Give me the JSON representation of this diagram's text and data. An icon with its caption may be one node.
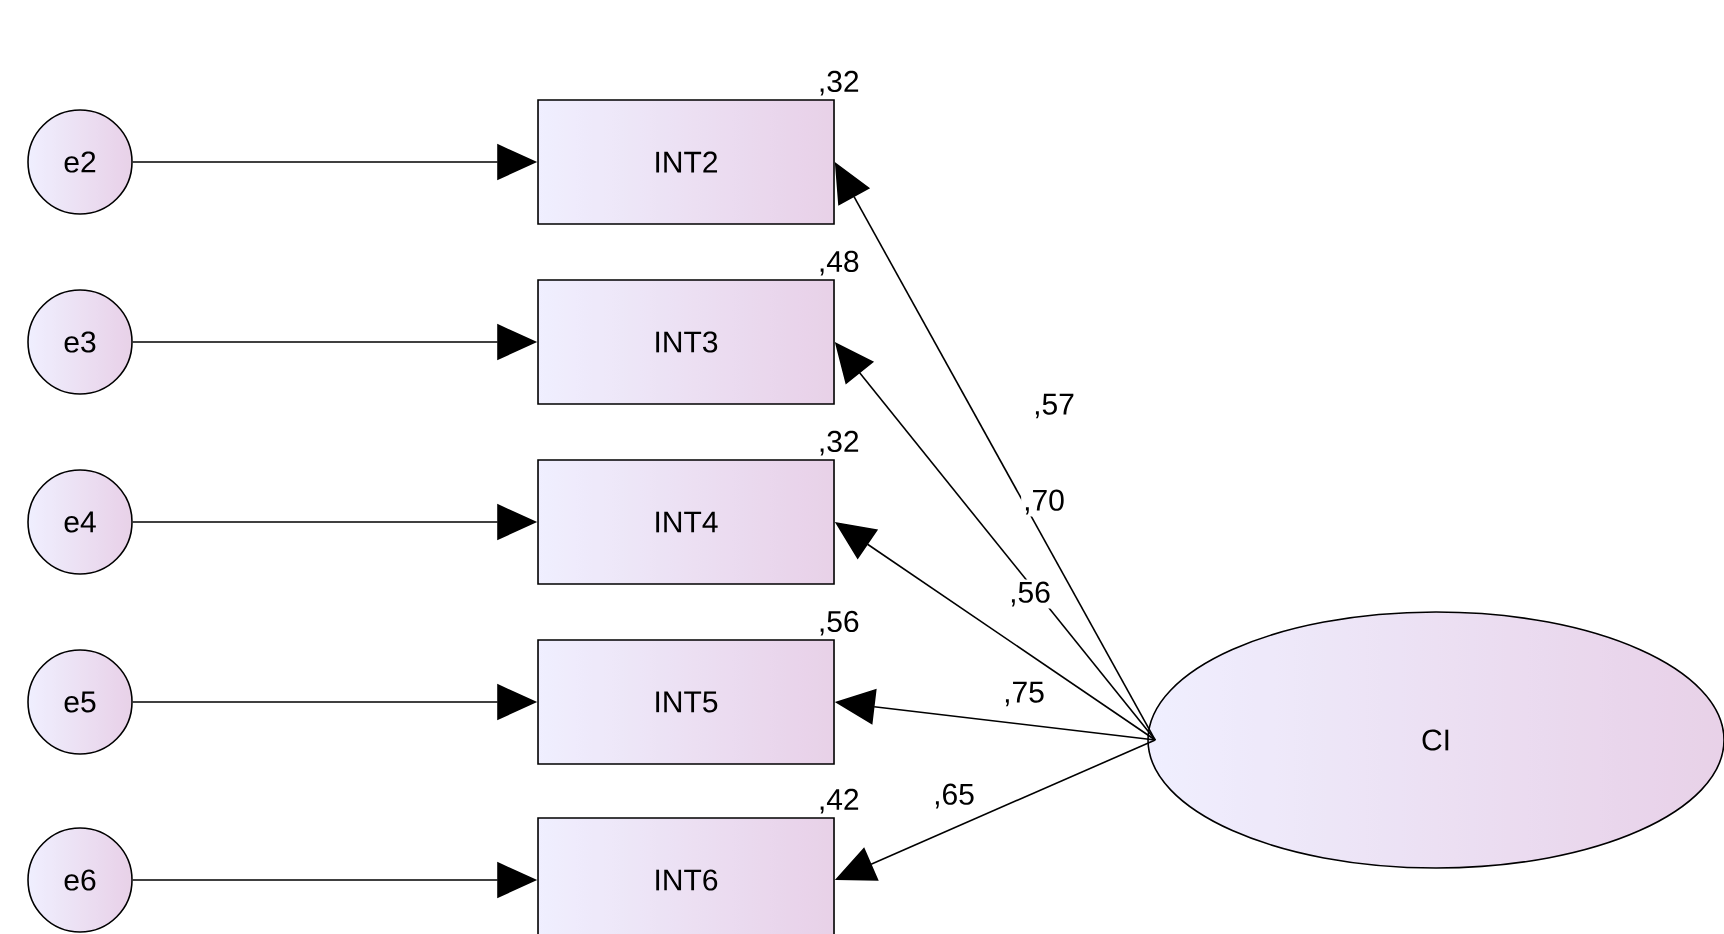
{
  "diagram": {
    "nodes": [
      {
        "text": [
          "e2"
        ]
      },
      {
        "text": [
          "e3"
        ]
      },
      {
        "text": [
          "e4"
        ]
      },
      {
        "text": [
          "e5"
        ]
      },
      {
        "text": [
          "e6"
        ]
      },
      {
        "text": [
          "INT2"
        ],
        "beside": [
          ",32"
        ]
      },
      {
        "text": [
          "INT3"
        ],
        "beside": [
          ",48"
        ]
      },
      {
        "text": [
          "INT4"
        ],
        "beside": [
          ",32"
        ]
      },
      {
        "text": [
          "INT5"
        ],
        "beside": [
          ",56"
        ]
      },
      {
        "text": [
          "INT6"
        ],
        "beside": [
          ",42"
        ]
      },
      {
        "text": [
          "CI"
        ]
      }
    ],
    "edges": [
      {
        "from": 0,
        "to": 5,
        "arrow": "to"
      },
      {
        "from": 1,
        "to": 6,
        "arrow": "to"
      },
      {
        "from": 2,
        "to": 7,
        "arrow": "to"
      },
      {
        "from": 3,
        "to": 8,
        "arrow": "to"
      },
      {
        "from": 4,
        "to": 9,
        "arrow": "to"
      },
      {
        "from": 10,
        "to": 5,
        "arrow": "to",
        "label": ",57"
      },
      {
        "from": 10,
        "to": 6,
        "arrow": "to",
        "label": ",70"
      },
      {
        "from": 10,
        "to": 7,
        "arrow": "to",
        "label": ",56"
      },
      {
        "from": 10,
        "to": 8,
        "arrow": "to",
        "label": ",75"
      },
      {
        "from": 10,
        "to": 9,
        "arrow": "to",
        "label": ",65"
      }
    ]
  }
}
